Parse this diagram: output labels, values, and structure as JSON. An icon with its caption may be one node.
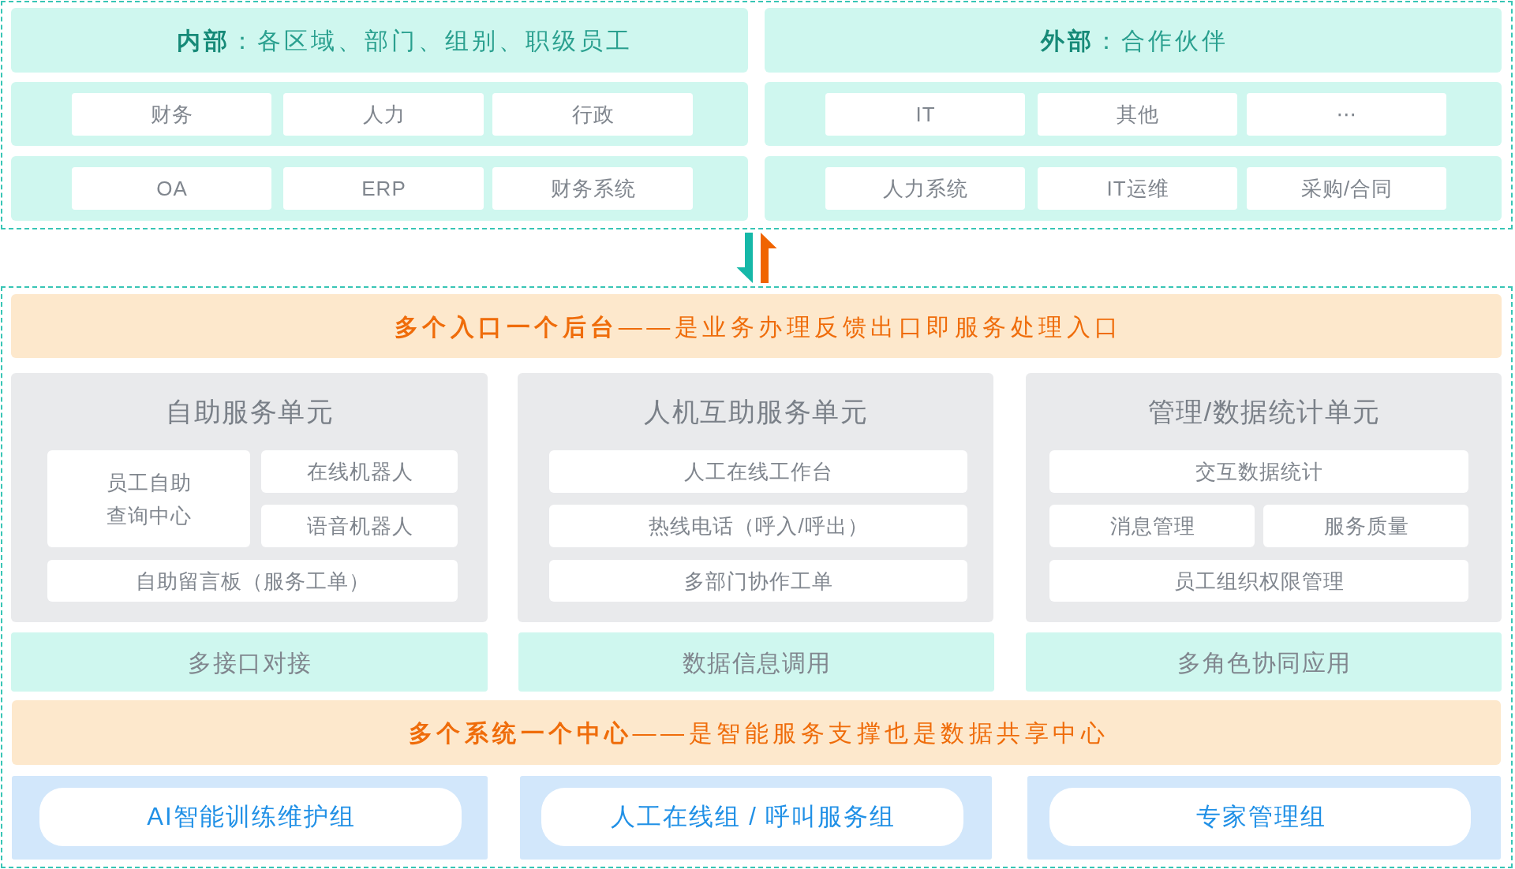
{
  "diagram": {
    "nodes": [
      {
        "text": [],
        "shape": "box"
      },
      {
        "text": [
          "**内部**：各区域、部门、组别、职级员工"
        ],
        "in": 0
      },
      {
        "text": [
          "**外部**：合作伙伴"
        ],
        "in": 0
      },
      {
        "text": [],
        "shape": "box",
        "in": 0
      },
      {
        "text": [
          "财务"
        ],
        "in": 3
      },
      {
        "text": [
          "人力"
        ],
        "in": 3
      },
      {
        "text": [
          "行政"
        ],
        "in": 3
      },
      {
        "text": [],
        "shape": "box",
        "in": 0
      },
      {
        "text": [
          "IT"
        ],
        "in": 7
      },
      {
        "text": [
          "其他"
        ],
        "in": 7
      },
      {
        "text": [
          "⋯"
        ],
        "in": 7
      },
      {
        "text": [],
        "shape": "box",
        "in": 0
      },
      {
        "text": [
          "OA"
        ],
        "in": 11
      },
      {
        "text": [
          "ERP"
        ],
        "in": 11
      },
      {
        "text": [
          "财务系统"
        ],
        "in": 11
      },
      {
        "text": [],
        "shape": "box",
        "in": 0
      },
      {
        "text": [
          "人力系统"
        ],
        "in": 15
      },
      {
        "text": [
          "IT运维"
        ],
        "in": 15
      },
      {
        "text": [
          "采购/合同"
        ],
        "in": 15
      },
      {
        "text": [],
        "shape": "box"
      },
      {
        "text": [
          "**多个入口一个后台**——是业务办理反馈出口即服务处理入口"
        ],
        "in": 19
      },
      {
        "text": [
          "自助服务单元"
        ],
        "in": 19
      },
      {
        "text": [
          "员工自助查询中心"
        ],
        "in": 21
      },
      {
        "text": [
          "在线机器人"
        ],
        "in": 21
      },
      {
        "text": [
          "语音机器人"
        ],
        "in": 21
      },
      {
        "text": [
          "自助留言板（服务工单）"
        ],
        "in": 21
      },
      {
        "text": [
          "人机互助服务单元"
        ],
        "in": 19
      },
      {
        "text": [
          "人工在线工作台"
        ],
        "in": 26
      },
      {
        "text": [
          "热线电话（呼入/呼出）"
        ],
        "in": 26
      },
      {
        "text": [
          "多部门协作工单"
        ],
        "in": 26
      },
      {
        "text": [
          "管理/数据统计单元"
        ],
        "in": 19
      },
      {
        "text": [
          "交互数据统计"
        ],
        "in": 30
      },
      {
        "text": [
          "消息管理"
        ],
        "in": 30
      },
      {
        "text": [
          "服务质量"
        ],
        "in": 30
      },
      {
        "text": [
          "员工组织权限管理"
        ],
        "in": 30
      },
      {
        "text": [
          "多接口对接"
        ],
        "in": 19
      },
      {
        "text": [
          "数据信息调用"
        ],
        "in": 19
      },
      {
        "text": [
          "多角色协同应用"
        ],
        "in": 19
      },
      {
        "text": [
          "**多个系统一个中心**——是智能服务支撑也是数据共享中心"
        ],
        "in": 19
      },
      {
        "text": [],
        "shape": "box",
        "in": 19
      },
      {
        "text": [
          "AI智能训练维护组"
        ],
        "in": 39
      },
      {
        "text": [],
        "shape": "box",
        "in": 19
      },
      {
        "text": [
          "人工在线组 / 呼叫服务组"
        ],
        "in": 41
      },
      {
        "text": [],
        "shape": "box",
        "in": 19
      },
      {
        "text": [
          "专家管理组"
        ],
        "in": 43
      }
    ],
    "edges": [
      {
        "from": 0,
        "to": 19,
        "arrow": "to",
        "color": "#16b8a8"
      },
      {
        "from": 19,
        "to": 0,
        "arrow": "to",
        "color": "#f06400"
      }
    ]
  }
}
